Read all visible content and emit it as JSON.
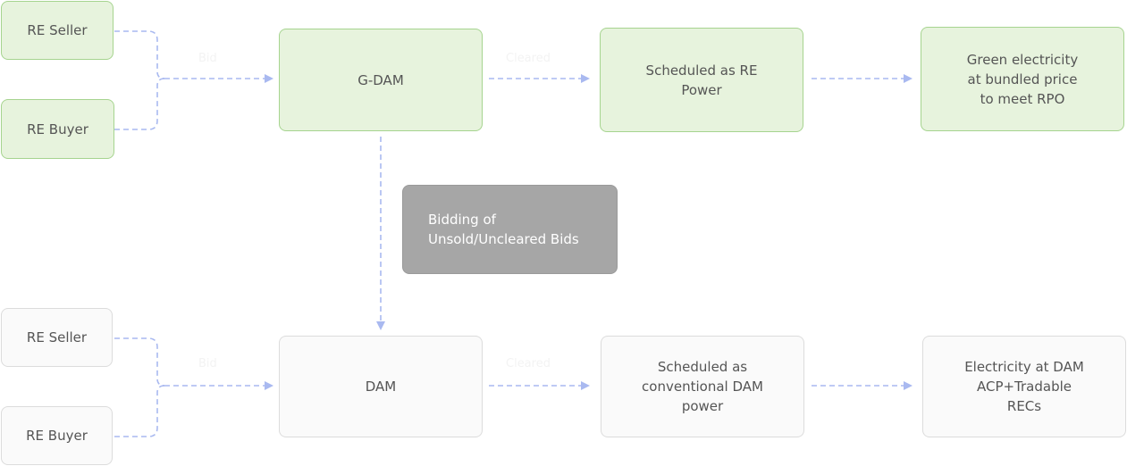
{
  "nodes": {
    "top_seller": "RE Seller",
    "top_buyer": "RE Buyer",
    "gdam": "G-DAM",
    "scheduled_re": "Scheduled as RE\nPower",
    "green_electricity": "Green electricity\nat bundled price\nto meet RPO",
    "bidding": "Bidding of\nUnsold/Uncleared Bids",
    "bottom_seller": "RE Seller",
    "bottom_buyer": "RE Buyer",
    "dam": "DAM",
    "scheduled_dam": "Scheduled as\nconventional DAM\npower",
    "electricity_dam": "Electricity at DAM\nACP+Tradable\nRECs"
  },
  "edge_labels": {
    "top_bid": "Bid",
    "top_cleared": "Cleared",
    "bottom_bid": "Bid",
    "bottom_cleared": "Cleared"
  },
  "colors": {
    "green_fill": "#e7f3dd",
    "green_border": "#a6d48f",
    "plain_fill": "#fafafa",
    "plain_border": "#dcdcdc",
    "bidding_fill": "#a6a6a6",
    "connector": "#a9b9f0"
  }
}
